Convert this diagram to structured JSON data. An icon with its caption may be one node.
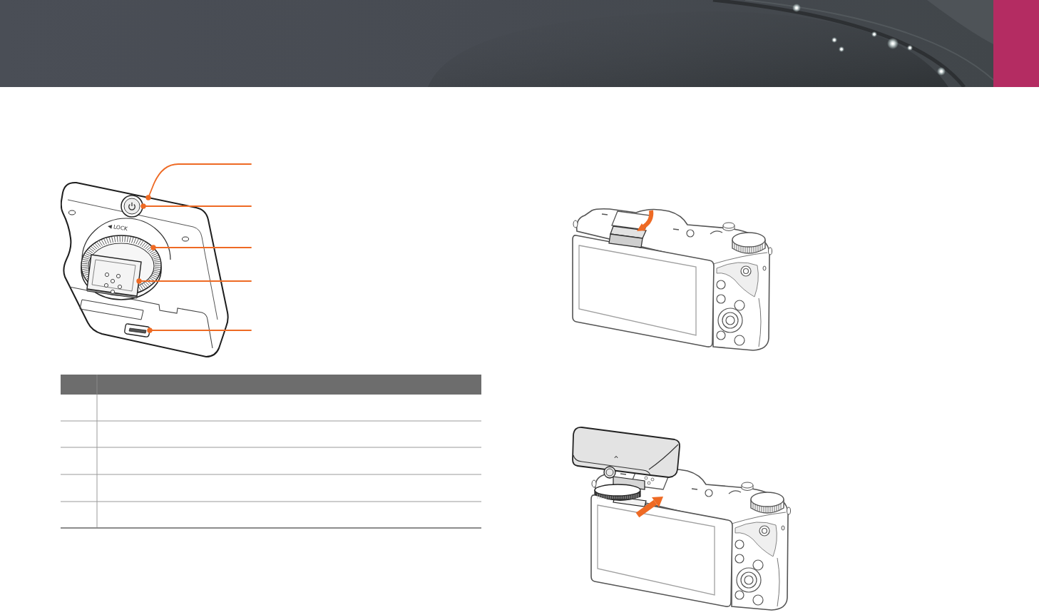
{
  "diagram": {
    "nodes": [
      {
        "text": [],
        "shape": "picture"
      },
      {
        "text": [],
        "shape": "circle",
        "in": 0
      },
      {
        "text": [],
        "shape": "circle",
        "in": 0
      },
      {
        "text": [],
        "shape": "box",
        "in": 2
      },
      {
        "text": [],
        "shape": "box",
        "in": 0
      }
    ],
    "edges": [
      {
        "from": null,
        "to": 0,
        "arrow": "other"
      },
      {
        "from": null,
        "to": 1,
        "arrow": "other"
      },
      {
        "from": null,
        "to": 2,
        "arrow": "other"
      },
      {
        "from": null,
        "to": 3,
        "arrow": "other"
      },
      {
        "from": null,
        "to": 4,
        "arrow": "other"
      }
    ],
    "labels": [
      "◀ LOCK"
    ]
  }
}
